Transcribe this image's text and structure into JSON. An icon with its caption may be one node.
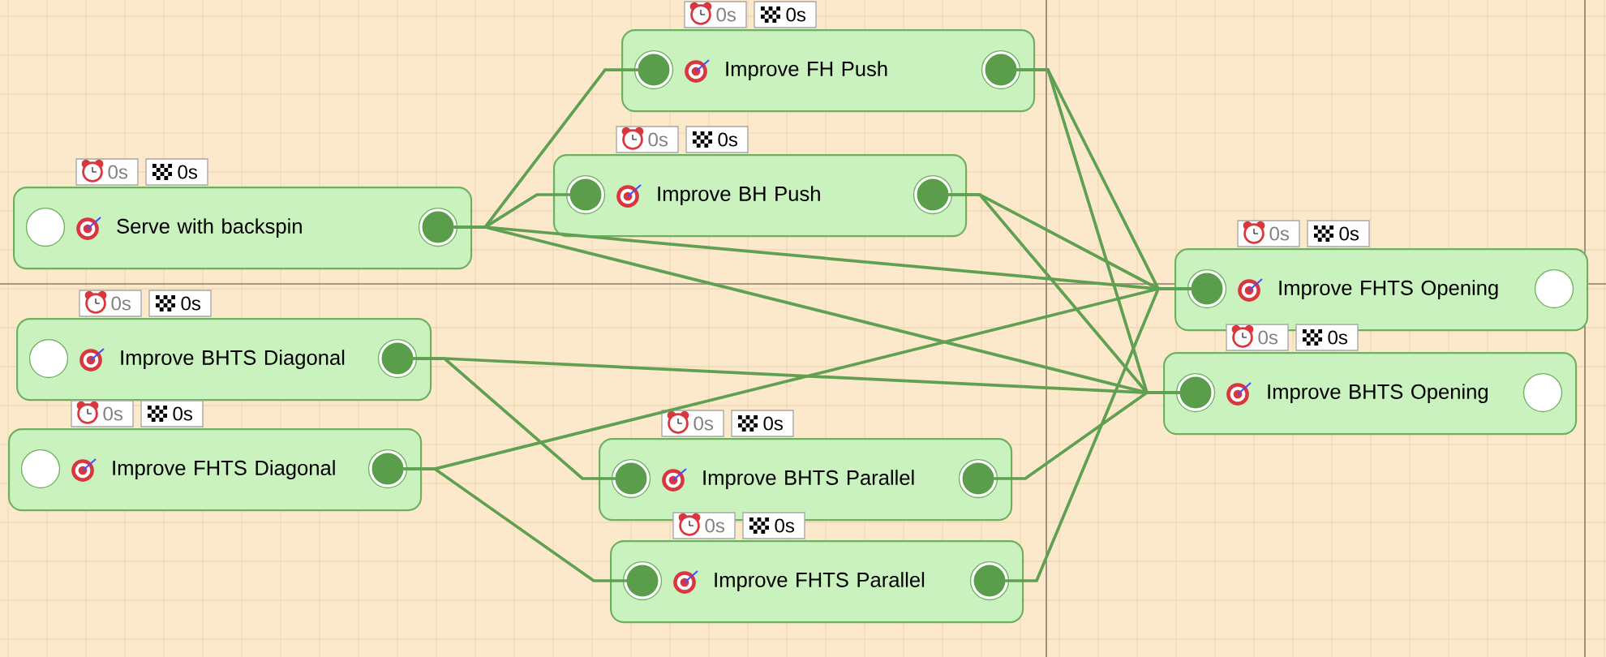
{
  "diagram": {
    "nodes": [
      {
        "text": [
          "Improve FH Push"
        ],
        "beside": [
          "0s",
          "0s"
        ]
      },
      {
        "text": [
          "Improve BH Push"
        ],
        "beside": [
          "0s",
          "0s"
        ]
      },
      {
        "text": [
          "Serve with backspin"
        ],
        "beside": [
          "0s",
          "0s"
        ]
      },
      {
        "text": [
          "Improve FHTS Opening"
        ],
        "beside": [
          "0s",
          "0s"
        ]
      },
      {
        "text": [
          "Improve BHTS Diagonal"
        ],
        "beside": [
          "0s",
          "0s"
        ]
      },
      {
        "text": [
          "Improve BHTS Opening"
        ],
        "beside": [
          "0s",
          "0s"
        ]
      },
      {
        "text": [
          "Improve FHTS Diagonal"
        ],
        "beside": [
          "0s",
          "0s"
        ]
      },
      {
        "text": [
          "Improve BHTS Parallel"
        ],
        "beside": [
          "0s",
          "0s"
        ]
      },
      {
        "text": [
          "Improve FHTS Parallel"
        ],
        "beside": [
          "0s",
          "0s"
        ]
      }
    ],
    "edges": [
      {
        "from": 2,
        "to": 0,
        "arrow": "none"
      },
      {
        "from": 2,
        "to": 1,
        "arrow": "none"
      },
      {
        "from": 2,
        "to": 3,
        "arrow": "none"
      },
      {
        "from": 2,
        "to": 5,
        "arrow": "none"
      },
      {
        "from": 0,
        "to": 3,
        "arrow": "none"
      },
      {
        "from": 0,
        "to": 5,
        "arrow": "none"
      },
      {
        "from": 1,
        "to": 3,
        "arrow": "none"
      },
      {
        "from": 1,
        "to": 5,
        "arrow": "none"
      },
      {
        "from": 4,
        "to": 5,
        "arrow": "none"
      },
      {
        "from": 4,
        "to": 7,
        "arrow": "none"
      },
      {
        "from": 6,
        "to": 3,
        "arrow": "none"
      },
      {
        "from": 6,
        "to": 8,
        "arrow": "none"
      },
      {
        "from": 7,
        "to": 5,
        "arrow": "none"
      },
      {
        "from": 8,
        "to": 3,
        "arrow": "none"
      }
    ]
  }
}
